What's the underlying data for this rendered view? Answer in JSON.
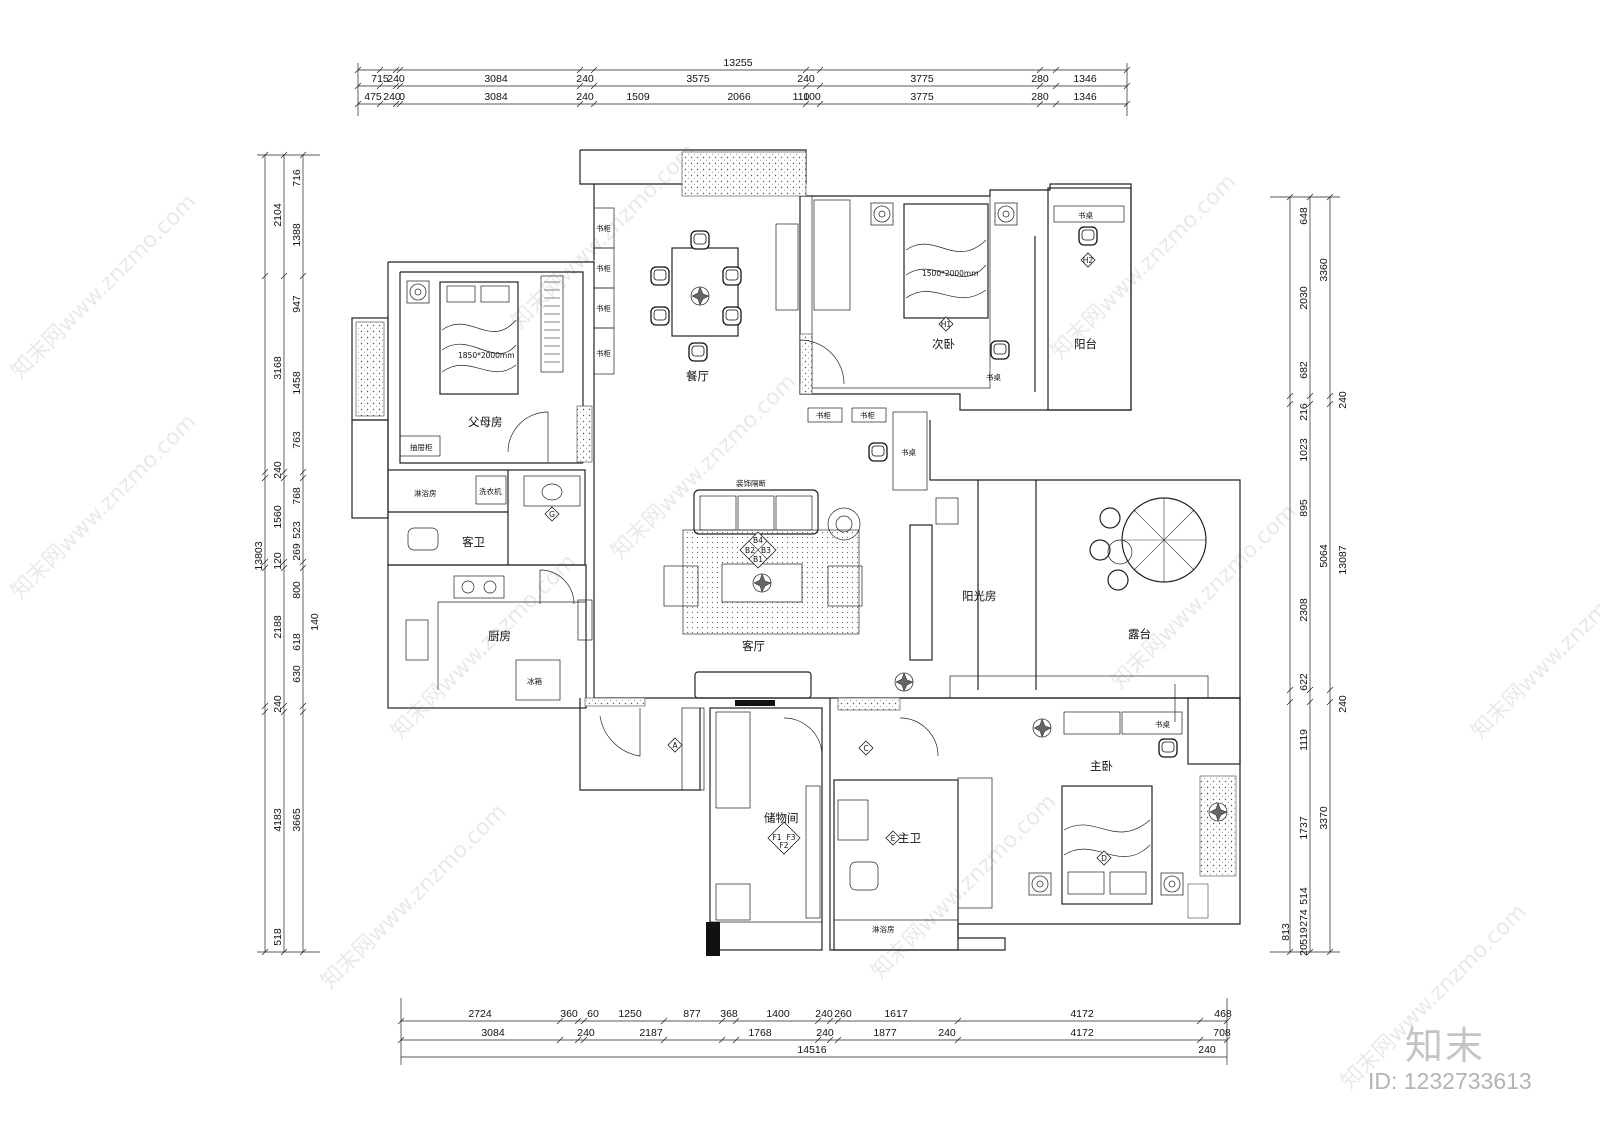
{
  "rooms": {
    "parents_room": "父母房",
    "guest_bath": "客卫",
    "kitchen": "厨房",
    "dining": "餐厅",
    "living": "客厅",
    "second_bedroom": "次卧",
    "balcony": "阳台",
    "sunroom": "阳光房",
    "terrace": "露台",
    "storage": "储物间",
    "master_bath": "主卫",
    "master_bedroom": "主卧"
  },
  "fixtures": {
    "bookcase": "书柜",
    "desk": "书桌",
    "drawer_cabinet": "抽屉柜",
    "shower": "淋浴房",
    "washing_machine": "洗衣机",
    "fridge": "冰箱",
    "partition": "装饰隔断",
    "bed_1850": "1850*2000mm",
    "bed_1500": "1500*2000mm"
  },
  "markers": {
    "a": "A",
    "c": "C",
    "d": "D",
    "e": "E",
    "g": "G",
    "h1": "H1",
    "h2": "H2",
    "b1": "B1",
    "b2": "B2",
    "b3": "B3",
    "b4": "B4",
    "f1": "F1",
    "f2": "F2",
    "f3": "F3"
  },
  "dims_top": {
    "total": "13255",
    "row1": [
      "715",
      "240",
      "3084",
      "240",
      "3575",
      "240",
      "3775",
      "280",
      "1346"
    ],
    "row2": [
      "475",
      "240",
      "0",
      "3084",
      "240",
      "1509",
      "2066",
      "110",
      "100",
      "3775",
      "280",
      "1346"
    ]
  },
  "dims_bottom": {
    "row1": [
      "2724",
      "360",
      "60",
      "1250",
      "877",
      "368",
      "1400",
      "240",
      "260",
      "1617",
      "4172",
      "468"
    ],
    "row2": [
      "3084",
      "240",
      "2187",
      "1768",
      "240",
      "1877",
      "240",
      "4172",
      "708"
    ],
    "total": "14516",
    "extra": "240"
  },
  "dims_left": {
    "total": "13803",
    "outer": [
      "2104",
      "3168",
      "240",
      "1560",
      "120",
      "2188",
      "240",
      "4183",
      "518"
    ],
    "inner": [
      "716",
      "1388",
      "947",
      "1458",
      "763",
      "768",
      "523",
      "269",
      "800",
      "618",
      "630",
      "3665"
    ],
    "extra": "140"
  },
  "dims_right": {
    "inner": [
      "648",
      "2030",
      "682",
      "216",
      "1023",
      "895",
      "2308",
      "622",
      "1119",
      "1737",
      "514",
      "274",
      "519",
      "20",
      "813"
    ],
    "outer": [
      "3360",
      "5064",
      "3370"
    ],
    "mid": [
      "240",
      "240"
    ],
    "total": "13087"
  },
  "watermarks": {
    "text": "知末网www.znzmo.com"
  },
  "brand": {
    "logo": "知末",
    "id": "ID: 1232733613"
  }
}
